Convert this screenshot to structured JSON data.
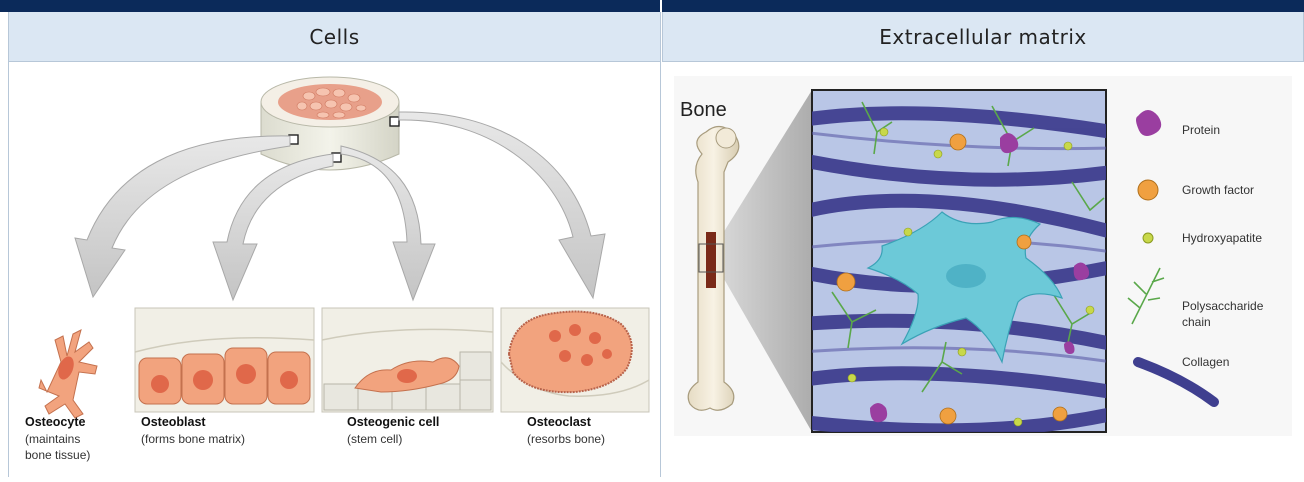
{
  "headers": {
    "left": "Cells",
    "right": "Extracellular matrix"
  },
  "cells": [
    {
      "name": "Osteocyte",
      "desc_lines": [
        "(maintains",
        "bone tissue)"
      ]
    },
    {
      "name": "Osteoblast",
      "desc_lines": [
        "(forms bone matrix)"
      ]
    },
    {
      "name": "Osteogenic cell",
      "desc_lines": [
        "(stem cell)"
      ]
    },
    {
      "name": "Osteoclast",
      "desc_lines": [
        "(resorbs bone)"
      ]
    }
  ],
  "matrix": {
    "bone_label": "Bone",
    "legend": {
      "protein": "Protein",
      "growth_factor": "Growth factor",
      "hydroxyapatite": "Hydroxyapatite",
      "polysaccharide_line1": "Polysaccharide",
      "polysaccharide_line2": "chain",
      "collagen": "Collagen"
    }
  },
  "colors": {
    "header_bg": "#dbe7f3",
    "top_bar": "#0b2a5a",
    "cell_fill": "#f2a37e",
    "nucleus": "#e0684a",
    "collagen": "#3f3f8f",
    "matrix_bg": "#b9c6e6",
    "stem_cell": "#6cc9d8",
    "protein": "#9a3ea0",
    "growth_factor": "#f0a040",
    "hydroxyapatite": "#c8d84a",
    "polysaccharide": "#5aa84a"
  }
}
